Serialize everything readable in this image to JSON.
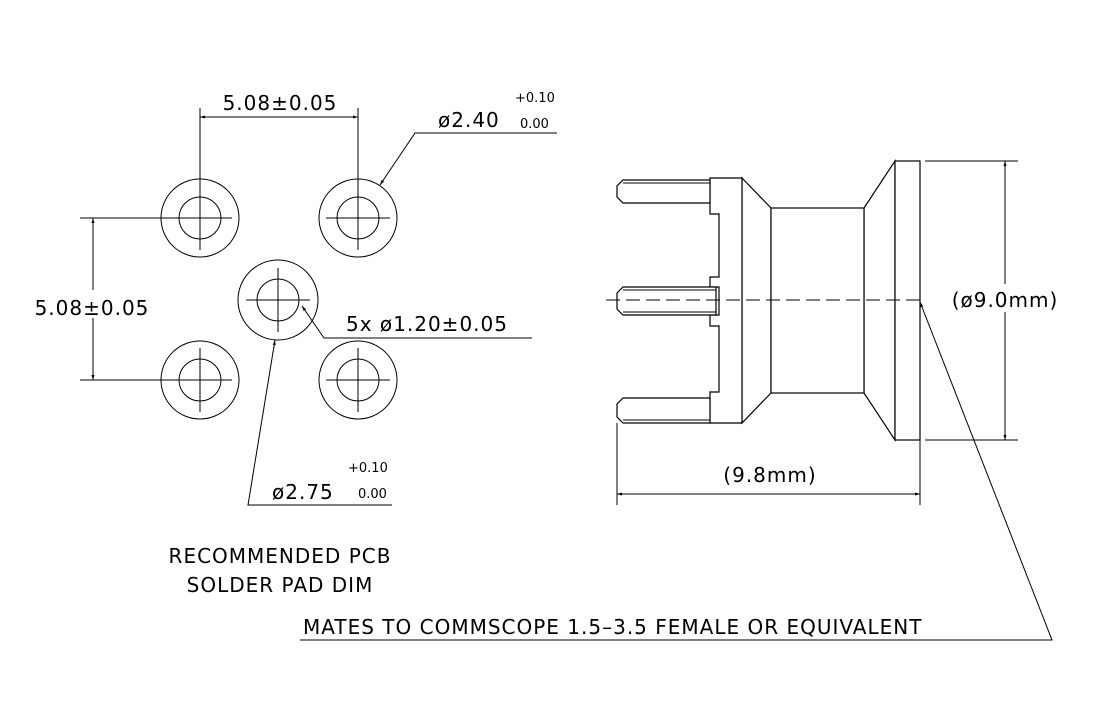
{
  "pcb": {
    "pitch_x": "5.08±0.05",
    "pitch_y": "5.08±0.05",
    "pad_outer_dia": "ø2.40",
    "pad_outer_tol_plus": "+0.10",
    "pad_outer_tol_minus": "0.00",
    "hole_dia": "5x  ø1.20±0.05",
    "center_pad_dia": "ø2.75",
    "center_pad_tol_plus": "+0.10",
    "center_pad_tol_minus": "0.00",
    "caption_line1": "RECOMMENDED PCB",
    "caption_line2": "SOLDER PAD DIM"
  },
  "connector": {
    "diameter": "(ø9.0mm)",
    "length": "(9.8mm)",
    "note": "MATES TO COMMSCOPE 1.5–3.5 FEMALE OR EQUIVALENT"
  }
}
